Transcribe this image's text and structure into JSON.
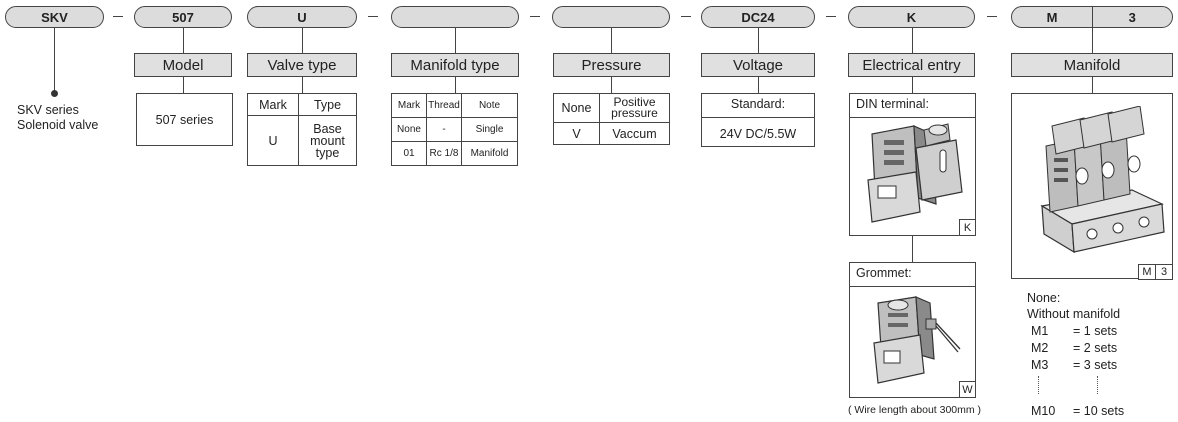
{
  "code": {
    "series": "SKV",
    "model": "507",
    "valve_type": "U",
    "manifold_type": "",
    "pressure": "",
    "voltage": "DC24",
    "electrical": "K",
    "manifold_m": "M",
    "manifold_n": "3"
  },
  "series_note": {
    "line1": "SKV series",
    "line2": "Solenoid valve"
  },
  "model": {
    "header": "Model",
    "value": "507 series"
  },
  "valve_type": {
    "header": "Valve type",
    "col_mark": "Mark",
    "col_type": "Type",
    "row_mark": "U",
    "row_type_1": "Base",
    "row_type_2": "mount",
    "row_type_3": "type"
  },
  "manifold_type": {
    "header": "Manifold type",
    "cols": [
      "Mark",
      "Thread",
      "Note"
    ],
    "rows": [
      [
        "None",
        "-",
        "Single"
      ],
      [
        "01",
        "Rc 1/8",
        "Manifold"
      ]
    ]
  },
  "pressure": {
    "header": "Pressure",
    "r1_mark": "None",
    "r1_val_1": "Positive",
    "r1_val_2": "pressure",
    "r2_mark": "V",
    "r2_val": "Vaccum"
  },
  "voltage": {
    "header": "Voltage",
    "standard": "Standard:",
    "value": "24V DC/5.5W"
  },
  "electrical": {
    "header": "Electrical entry",
    "din_label": "DIN terminal:",
    "din_tag": "K",
    "grommet_label": "Grommet:",
    "grommet_tag": "W",
    "wire_note": "( Wire length about 300mm )"
  },
  "manifold": {
    "header": "Manifold",
    "tag_m": "M",
    "tag_n": "3",
    "none_label": "None:",
    "none_desc": "Without manifold",
    "rows": [
      [
        "M1",
        "= 1 sets"
      ],
      [
        "M2",
        "= 2 sets"
      ],
      [
        "M3",
        "= 3 sets"
      ],
      [
        "M10",
        "= 10 sets"
      ]
    ]
  }
}
